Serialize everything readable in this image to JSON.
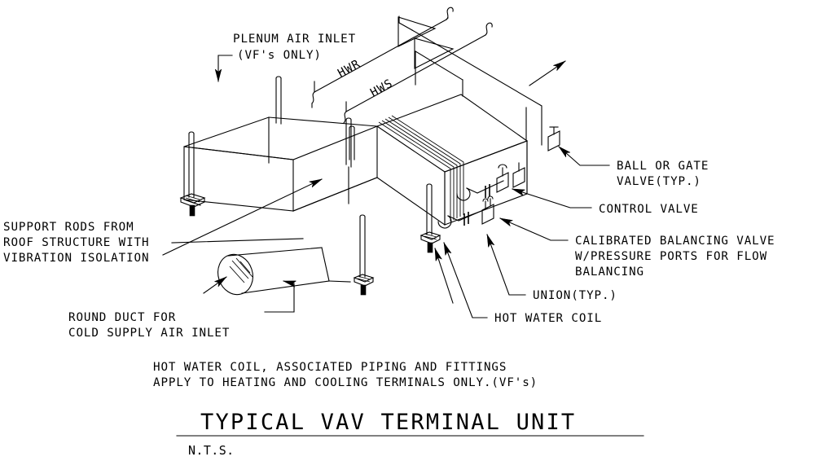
{
  "drawing": {
    "title": "TYPICAL VAV TERMINAL UNIT",
    "scale_note": "N.T.S.",
    "general_note": [
      "HOT WATER COIL, ASSOCIATED PIPING AND FITTINGS",
      "APPLY TO HEATING AND COOLING TERMINALS ONLY.(VF's)"
    ],
    "pipe_labels": {
      "hwr": "HWR",
      "hws": "HWS"
    },
    "callouts": {
      "plenum_air_inlet": [
        "PLENUM AIR INLET",
        "(VF's ONLY)"
      ],
      "support_rods": [
        "SUPPORT RODS FROM",
        "ROOF STRUCTURE WITH",
        "VIBRATION ISOLATION"
      ],
      "round_duct": [
        "ROUND DUCT FOR",
        "COLD SUPPLY AIR INLET"
      ],
      "ball_or_gate_valve": [
        "BALL OR GATE",
        "VALVE(TYP.)"
      ],
      "control_valve": [
        "CONTROL VALVE"
      ],
      "calibrated_balancing_valve": [
        "CALIBRATED BALANCING VALVE",
        "W/PRESSURE PORTS FOR FLOW",
        "BALANCING"
      ],
      "union": [
        "UNION(TYP.)"
      ],
      "hot_water_coil": [
        "HOT WATER COIL"
      ]
    },
    "colors": {
      "line": "#000000",
      "background": "#ffffff"
    }
  }
}
